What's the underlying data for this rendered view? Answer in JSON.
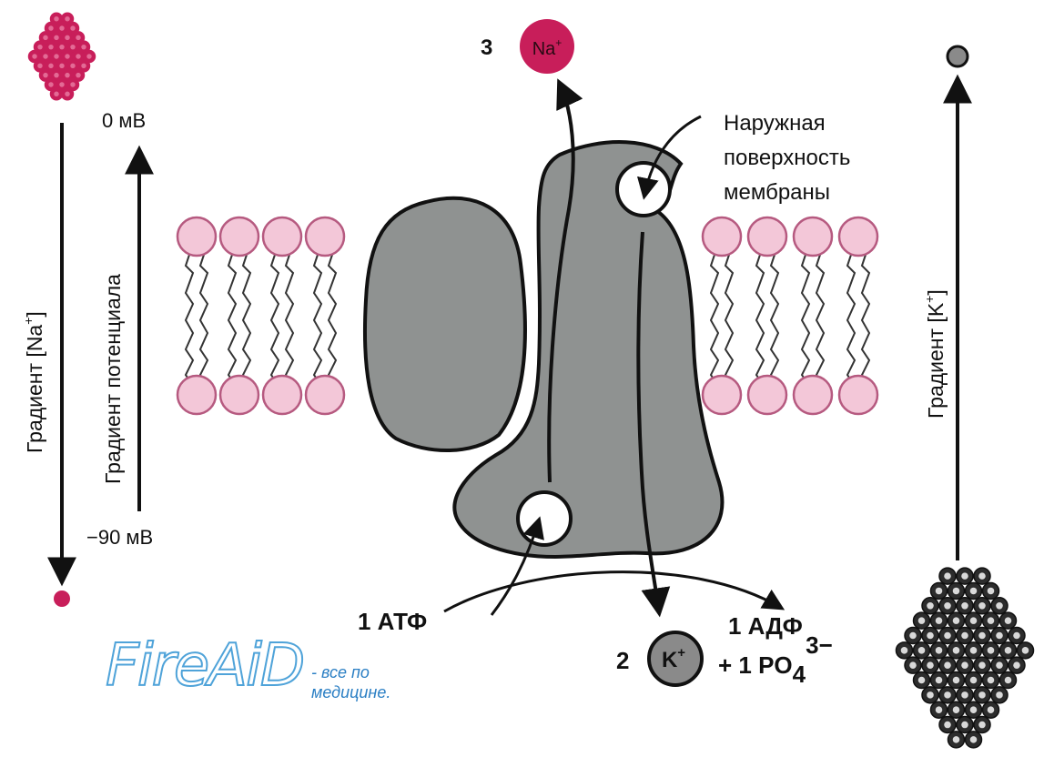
{
  "labels": {
    "na_count": "3",
    "na_ion": "Na",
    "na_charge": "+",
    "zero_mv": "0 мВ",
    "minus90_mv": "−90 мВ",
    "outer_surface": [
      "Наружная",
      "поверхность",
      "мембраны"
    ],
    "grad_na_prefix": "Градиент",
    "grad_na_ion": "[Na",
    "grad_na_charge": "+",
    "grad_na_close": "]",
    "grad_potential": "Градиент потенциала",
    "grad_k_prefix": "Градиент",
    "grad_k_ion": "[K",
    "grad_k_charge": "+",
    "grad_k_close": "]",
    "atp": "1 АТФ",
    "adp": "1 АДФ",
    "k_count": "2",
    "k_ion": "K",
    "k_charge": "+",
    "po4": "+ 1 PO",
    "po4_sub": "4",
    "po4_sup": "3−"
  },
  "watermark": {
    "logo": "FireAiD",
    "tagline_1": "- все по",
    "tagline_2": "медицине."
  },
  "colors": {
    "sodium": "#c81e5a",
    "sodium_light": "#e36a95",
    "lipid_head": "#f3c7d8",
    "lipid_head_stroke": "#b65a80",
    "protein": "#8f9291",
    "potassium": "#2c2c2c",
    "k_ion_fill": "#8a8a8a",
    "watermark": "#2b7fc4"
  }
}
